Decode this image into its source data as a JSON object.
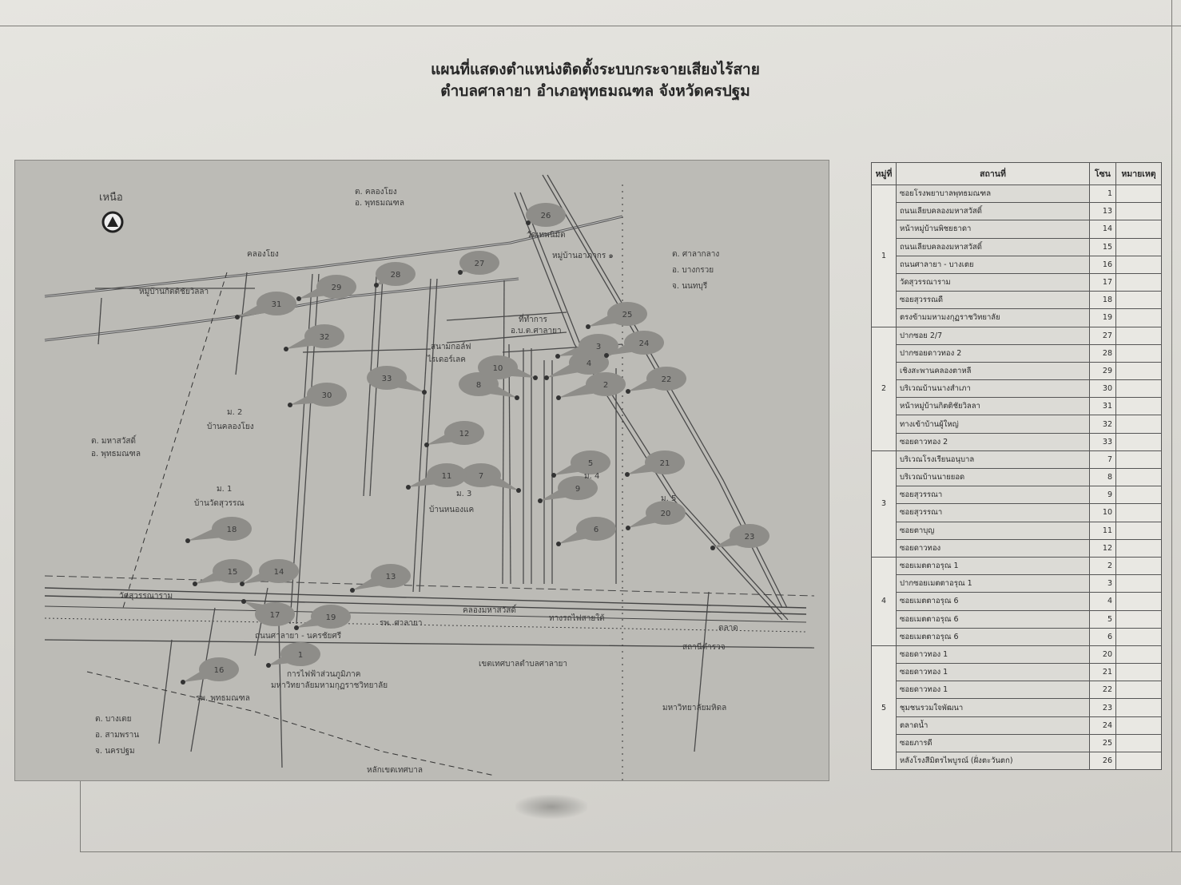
{
  "title": {
    "line1": "แผนที่แสดงตำแหน่งติดตั้งระบบกระจายเสียงไร้สาย",
    "line2": "ตำบลศาลายา  อำเภอพุทธมณฑล  จังหวัดครปฐม"
  },
  "map": {
    "north_label": "เหนือ",
    "north_icon": "north-arrow-icon",
    "labels": {
      "klong_yong_tambon": "ต. คลองโยง",
      "klong_yong_amphoe": "อ. พุทธมณฑล",
      "klong_yong_canal": "คลองโยง",
      "kittichai_villa": "หมู่บ้านกิตติชัยวิลลา",
      "wat_thep": "วัดเทพนิมิต",
      "aphakorn": "หมู่บ้านอาภากร ๑",
      "sala_klang": "ต. ศาลากลาง",
      "bang_kruai": "อ. บางกรวย",
      "nonthaburi": "จ. นนทบุรี",
      "obt_office1": "ที่ทำการ",
      "obt_office2": "อ.บ.ต.ศาลายา",
      "golf1": "สนามกอล์ฟ",
      "golf2": "ไรเดอร์เลค",
      "moo2_a": "ม. 2",
      "moo2_b": "บ้านคลองโยง",
      "mahasawat_tambon": "ต. มหาสวัสดิ์",
      "mahasawat_amphoe": "อ. พุทธมณฑล",
      "moo1_a": "ม. 1",
      "moo1_b": "บ้านวัดสุวรรณ",
      "moo3_a": "ม. 3",
      "moo3_b": "บ้านหนองแค",
      "moo4": "ม. 4",
      "moo5": "ม. 5",
      "wat_suwan": "วัดสุวรรณาราม",
      "salaya_hospital": "รพ. ศาลายา",
      "mahasawat_canal": "คลองมหาสวัสดิ์",
      "railway": "ทางรถไฟสายใต้",
      "salaya_road": "ถนนศาลายา - นครชัยศรี",
      "pea": "การไฟฟ้าส่วนภูมิภาค",
      "mbu": "มหาวิทยาลัยมหามกุฏราชวิทยาลัย",
      "buddha_hospital": "รพ. พุทธมณฑล",
      "municipality": "เขตเทศบาลตำบลศาลายา",
      "mahidol": "มหาวิทยาลัยมหิดล",
      "bang_toei": "ต. บางเตย",
      "sam_phran": "อ. สามพราน",
      "nakhon_pathom": "จ. นครปฐม",
      "boundary_post": "หลักเขตเทศบาล",
      "market": "ตลาด",
      "police": "สถานีตำรวจ"
    },
    "markers": [
      "1",
      "2",
      "3",
      "4",
      "5",
      "6",
      "7",
      "8",
      "9",
      "10",
      "11",
      "12",
      "13",
      "14",
      "15",
      "16",
      "17",
      "18",
      "19",
      "20",
      "21",
      "22",
      "23",
      "24",
      "25",
      "26",
      "27",
      "28",
      "29",
      "30",
      "31",
      "32",
      "33"
    ]
  },
  "table": {
    "headers": {
      "moo": "หมู่ที่",
      "place": "สถานที่",
      "zone": "โซน",
      "note": "หมายเหตุ"
    },
    "groups": [
      {
        "moo": "1",
        "rows": [
          {
            "place": "ซอยโรงพยาบาลพุทธมณฑล",
            "zone": "1"
          },
          {
            "place": "ถนนเลียบคลองมหาสวัสดิ์",
            "zone": "13"
          },
          {
            "place": "หน้าหมู่บ้านพิชยธาดา",
            "zone": "14"
          },
          {
            "place": "ถนนเลียบคลองมหาสวัสดิ์",
            "zone": "15"
          },
          {
            "place": "ถนนศาลายา - บางเตย",
            "zone": "16"
          },
          {
            "place": "วัดสุวรรณาราม",
            "zone": "17"
          },
          {
            "place": "ซอยสุวรรณดี",
            "zone": "18"
          },
          {
            "place": "ตรงข้ามมหามงกุฏราชวิทยาลัย",
            "zone": "19"
          }
        ]
      },
      {
        "moo": "2",
        "rows": [
          {
            "place": "ปากซอย 2/7",
            "zone": "27"
          },
          {
            "place": "ปากซอยดาวทอง 2",
            "zone": "28"
          },
          {
            "place": "เชิงสะพานคลองตาหลี",
            "zone": "29"
          },
          {
            "place": "บริเวณบ้านนางสำเภา",
            "zone": "30"
          },
          {
            "place": "หน้าหมู่บ้านกิตติชัยวิลลา",
            "zone": "31"
          },
          {
            "place": "ทางเข้าบ้านผู้ใหญ่",
            "zone": "32"
          },
          {
            "place": "ซอยดาวทอง 2",
            "zone": "33"
          }
        ]
      },
      {
        "moo": "3",
        "rows": [
          {
            "place": "บริเวณโรงเรียนอนุบาล",
            "zone": "7"
          },
          {
            "place": "บริเวณบ้านนายยอด",
            "zone": "8"
          },
          {
            "place": "ซอยสุวรรณา",
            "zone": "9"
          },
          {
            "place": "ซอยสุวรรณา",
            "zone": "10"
          },
          {
            "place": "ซอยตาบุญ",
            "zone": "11"
          },
          {
            "place": "ซอยดาวทอง",
            "zone": "12"
          }
        ]
      },
      {
        "moo": "4",
        "rows": [
          {
            "place": "ซอยเมตตาอรุณ 1",
            "zone": "2"
          },
          {
            "place": "ปากซอยเมตตาอรุณ 1",
            "zone": "3"
          },
          {
            "place": "ซอยเมตตาอรุณ 6",
            "zone": "4"
          },
          {
            "place": "ซอยเมตตาอรุณ 6",
            "zone": "5"
          },
          {
            "place": "ซอยเมตตาอรุณ 6",
            "zone": "6"
          }
        ]
      },
      {
        "moo": "5",
        "rows": [
          {
            "place": "ซอยดาวทอง 1",
            "zone": "20"
          },
          {
            "place": "ซอยดาวทอง 1",
            "zone": "21"
          },
          {
            "place": "ซอยดาวทอง 1",
            "zone": "22"
          },
          {
            "place": "ชุมชนรวมใจพัฒนา",
            "zone": "23"
          },
          {
            "place": "ตลาดน้ำ",
            "zone": "24"
          },
          {
            "place": "ซอยภารดี",
            "zone": "25"
          },
          {
            "place": "หลังโรงสีมิตรไพบูรณ์ (ฝั่งตะวันตก)",
            "zone": "26"
          }
        ]
      }
    ]
  }
}
